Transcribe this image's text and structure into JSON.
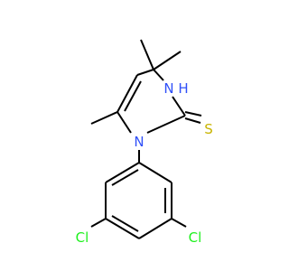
{
  "atom_labels": {
    "n_ring": "N",
    "nh": "N",
    "h": "H",
    "s": "S",
    "cl_left": "Cl",
    "cl_right": "Cl"
  },
  "colors": {
    "bond": "#000000",
    "n": "#3050F8",
    "s": "#C8B400",
    "cl": "#1FF01F"
  }
}
